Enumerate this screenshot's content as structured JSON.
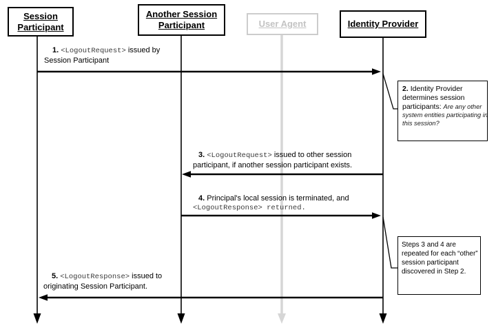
{
  "actors": {
    "session_participant": {
      "label": "Session Participant"
    },
    "another_session_participant": {
      "label": "Another Session Participant"
    },
    "user_agent": {
      "label": "User Agent"
    },
    "identity_provider": {
      "label": "Identity Provider"
    }
  },
  "messages": {
    "step1": {
      "num": "1.",
      "mono": "<LogoutRequest>",
      "tail": "issued by",
      "line2": "Session Participant"
    },
    "step3": {
      "num": "3.",
      "mono": "<LogoutRequest>",
      "tail": "issued to other session",
      "line2": "participant, if another session participant exists."
    },
    "step4": {
      "num": "4.",
      "lead": "Principal's local session is terminated, and",
      "mono_line": "<LogoutResponse> returned."
    },
    "step5": {
      "num": "5.",
      "mono": "<LogoutResponse>",
      "tail": "issued to",
      "line2": "originating Session Participant."
    }
  },
  "notes": {
    "step2": {
      "num": "2.",
      "l1": "Identity Provider",
      "l2": "determines session",
      "l3": "participants:",
      "l3i": "Are any other",
      "l4i": "system entities participating in",
      "l5i": "this session?"
    },
    "repeat": {
      "l1": "Steps 3 and 4 are",
      "l2": "repeated for each “other”",
      "l3": "session participant",
      "l4": "discovered in Step 2."
    }
  },
  "colors": {
    "ink": "#000000",
    "muted_border": "#cccccc",
    "muted_text": "#c3c3c3",
    "muted_lifeline": "#d6d6d6",
    "mono_text": "#3a3a3a",
    "background": "#ffffff"
  }
}
